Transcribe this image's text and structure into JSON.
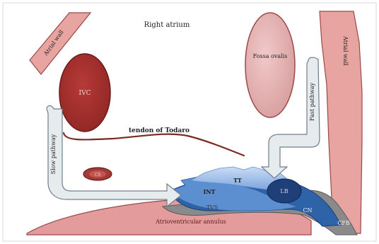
{
  "labels": {
    "right_atrium": "Right atrium",
    "atrial_wall_left": "Atrial wall",
    "atrial_wall_right": "Atrial wall",
    "ivc": "IVC",
    "fossa_ovalis": "Fossa ovalis",
    "tendon_of_todaro": "tendon of Todaro",
    "slow_pathway": "Slow pathway",
    "fast_pathway": "Fast pathway",
    "cs": "CS",
    "tt": "TT",
    "int": "INT",
    "cn": "CN",
    "lb": "LB",
    "cfb": "CFB",
    "tvs": "TVS",
    "atrioventricular_annulus": "Atrioventricular annulus"
  },
  "colors": {
    "atrial_wall": "#e8a4a0",
    "atrial_wall_stroke": "#9a4a48",
    "ivc_fill": "#a8302e",
    "fossa_fill": "#e5aeae",
    "cs_fill": "#a33a36",
    "pathway_fill": "#e6ebee",
    "pathway_stroke": "#6f7f8c",
    "tendon": "#7a2a22",
    "cn_fill": "#2f63a8",
    "tt_fill": "#a9c6ea",
    "int_fill": "#5c8fd0",
    "lb_fill": "#1e3f78",
    "cfb_fill": "#8a8a8a",
    "annulus_fill": "#e39b9b"
  }
}
